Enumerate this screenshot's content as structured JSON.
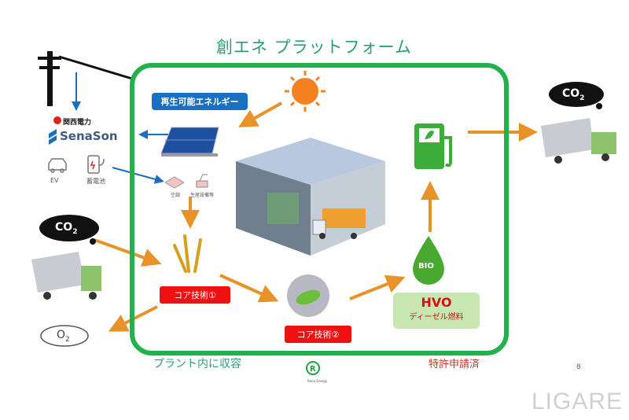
{
  "title": "創エネ プラットフォーム",
  "labels": {
    "renewable": "再生可能エネルギー",
    "core_tech_1": "コア技術①",
    "core_tech_2": "コア技術②",
    "hvo_title": "HVO",
    "hvo_sub": "ディーゼル燃料",
    "bio": "BIO",
    "plant": "プラント内に収容",
    "patent": "特許申請済",
    "aircon": "空調",
    "equipment": "生産設備等",
    "kansai": "関西電力",
    "senason": "SenaSon",
    "ev": "EV",
    "battery": "蓄電池",
    "co2": "CO",
    "co2_sub": "2",
    "o2": "O",
    "o2_sub": "2",
    "reno_logo": "Reno Energy"
  },
  "page_number": "8",
  "watermark": "LIGARE",
  "colors": {
    "frame": "#22b14c",
    "arrow": "#e8922a",
    "blue": "#1a6fc0",
    "red": "#ee1111"
  }
}
